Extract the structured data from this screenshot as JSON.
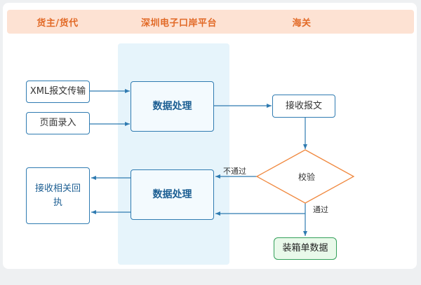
{
  "lanes": [
    {
      "title": "货主/货代"
    },
    {
      "title": "深圳电子口岸平台"
    },
    {
      "title": "海关"
    }
  ],
  "nodes": {
    "xml_transfer": "XML报文传输",
    "page_entry": "页面录入",
    "process_1": "数据处理",
    "process_2": "数据处理",
    "receive_msg": "接收报文",
    "verify": "校验",
    "packing_data": "装箱单数据",
    "receive_reply": "接收相关回执"
  },
  "edge_labels": {
    "fail": "不通过",
    "pass": "通过"
  },
  "colors": {
    "lane_header_bg": "#fde2d3",
    "lane_header_text": "#e26a27",
    "platform_band": "#e6f4fb",
    "box_border": "#2f7bb1",
    "diamond_border": "#f0883e",
    "final_border": "#33a05a",
    "arrow": "#2f7bb1"
  }
}
